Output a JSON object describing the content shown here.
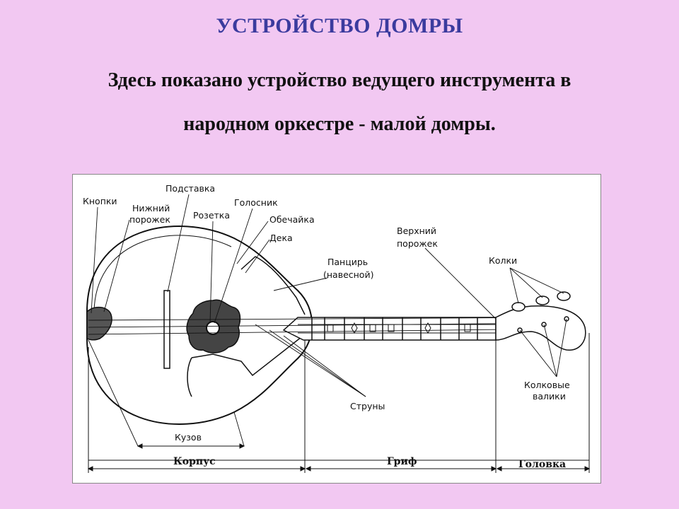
{
  "title": "УСТРОЙСТВО ДОМРЫ",
  "subtitle_line1": "Здесь показано устройство ведущего инструмента в",
  "subtitle_line2": "народном оркестре - малой домры.",
  "labels": {
    "knopki": "Кнопки",
    "nizhniy": "Нижний",
    "porozhek_low": "порожек",
    "podstavka": "Подставка",
    "rozetka": "Розетка",
    "golosnik": "Голосник",
    "obechayka": "Обечайка",
    "deka": "Дека",
    "pancir": "Панцирь",
    "navesnoy": "(навесной)",
    "verkhniy": "Верхний",
    "porozhek_up": "порожек",
    "kolki": "Колки",
    "kolkovye": "Колковые",
    "valiki": "валики",
    "struny": "Струны",
    "kuzov": "Кузов",
    "korpus": "Корпус",
    "grif": "Гриф",
    "golovka": "Головка"
  }
}
